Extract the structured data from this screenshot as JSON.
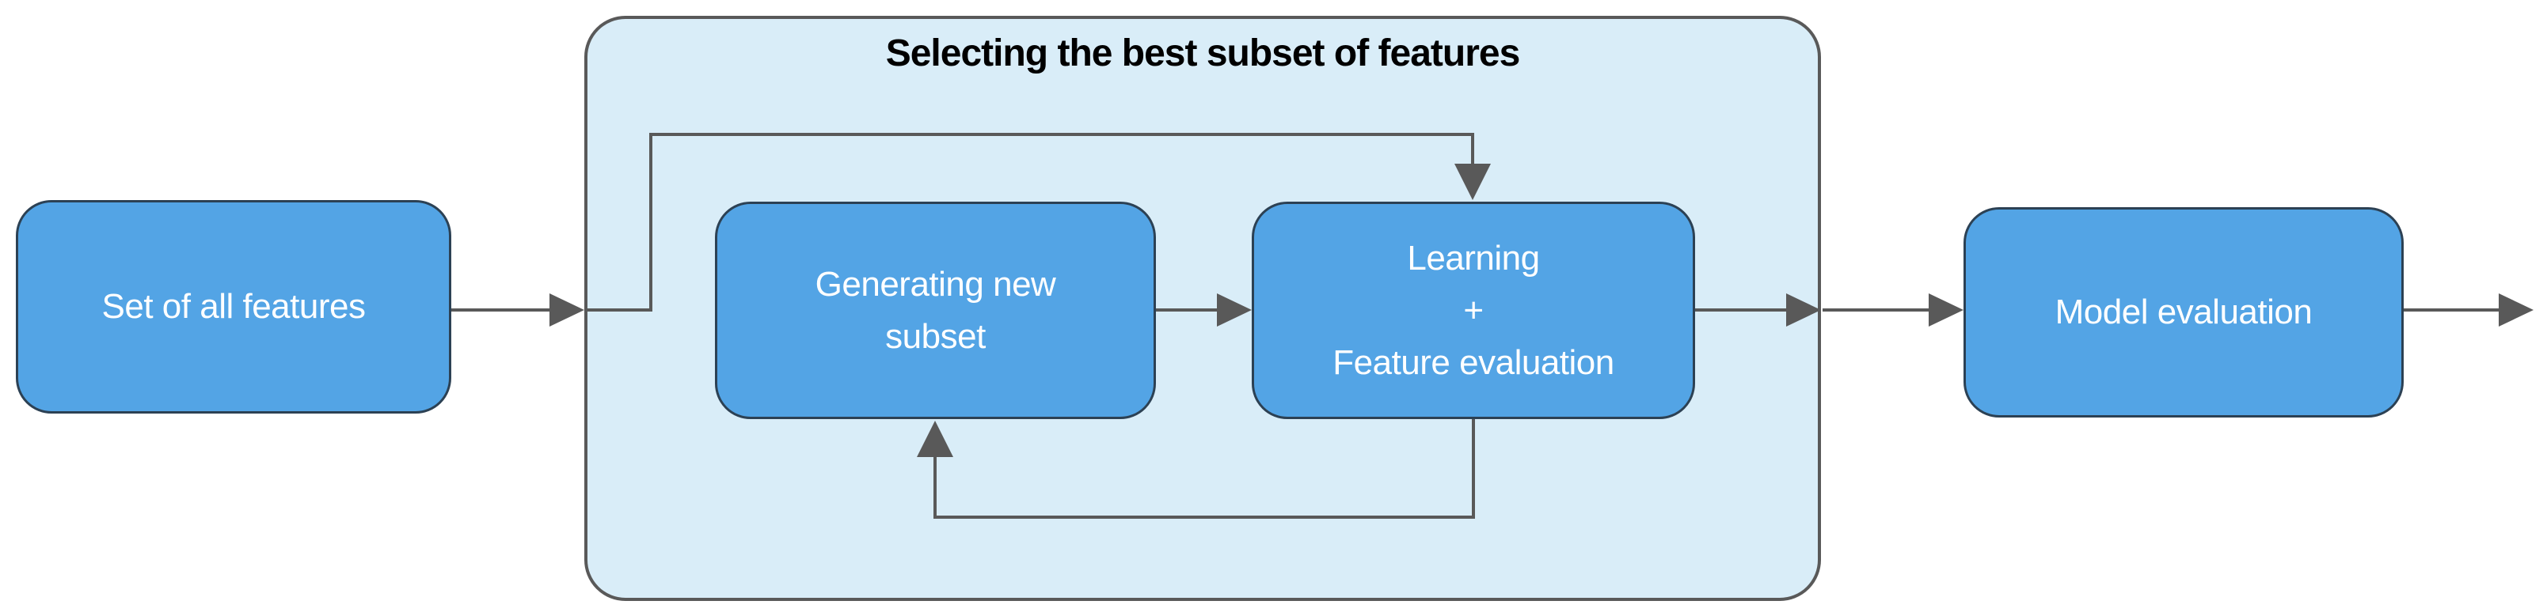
{
  "diagram": {
    "container": {
      "title": "Selecting the best subset of features"
    },
    "nodes": {
      "set_of_all_features": {
        "lines": [
          "Set of all features"
        ]
      },
      "generating_new_subset": {
        "lines": [
          "Generating new",
          "subset"
        ]
      },
      "learning_feature_evaluation": {
        "lines": [
          "Learning",
          "+",
          "Feature evaluation"
        ]
      },
      "model_evaluation": {
        "lines": [
          "Model evaluation"
        ]
      }
    },
    "colors": {
      "node_fill": "#53a4e5",
      "node_border": "#2c4154",
      "node_text": "#ffffff",
      "container_fill": "#d9edf8",
      "container_border": "#595959",
      "arrow": "#595959",
      "title_text": "#000000",
      "background": "#ffffff"
    }
  }
}
